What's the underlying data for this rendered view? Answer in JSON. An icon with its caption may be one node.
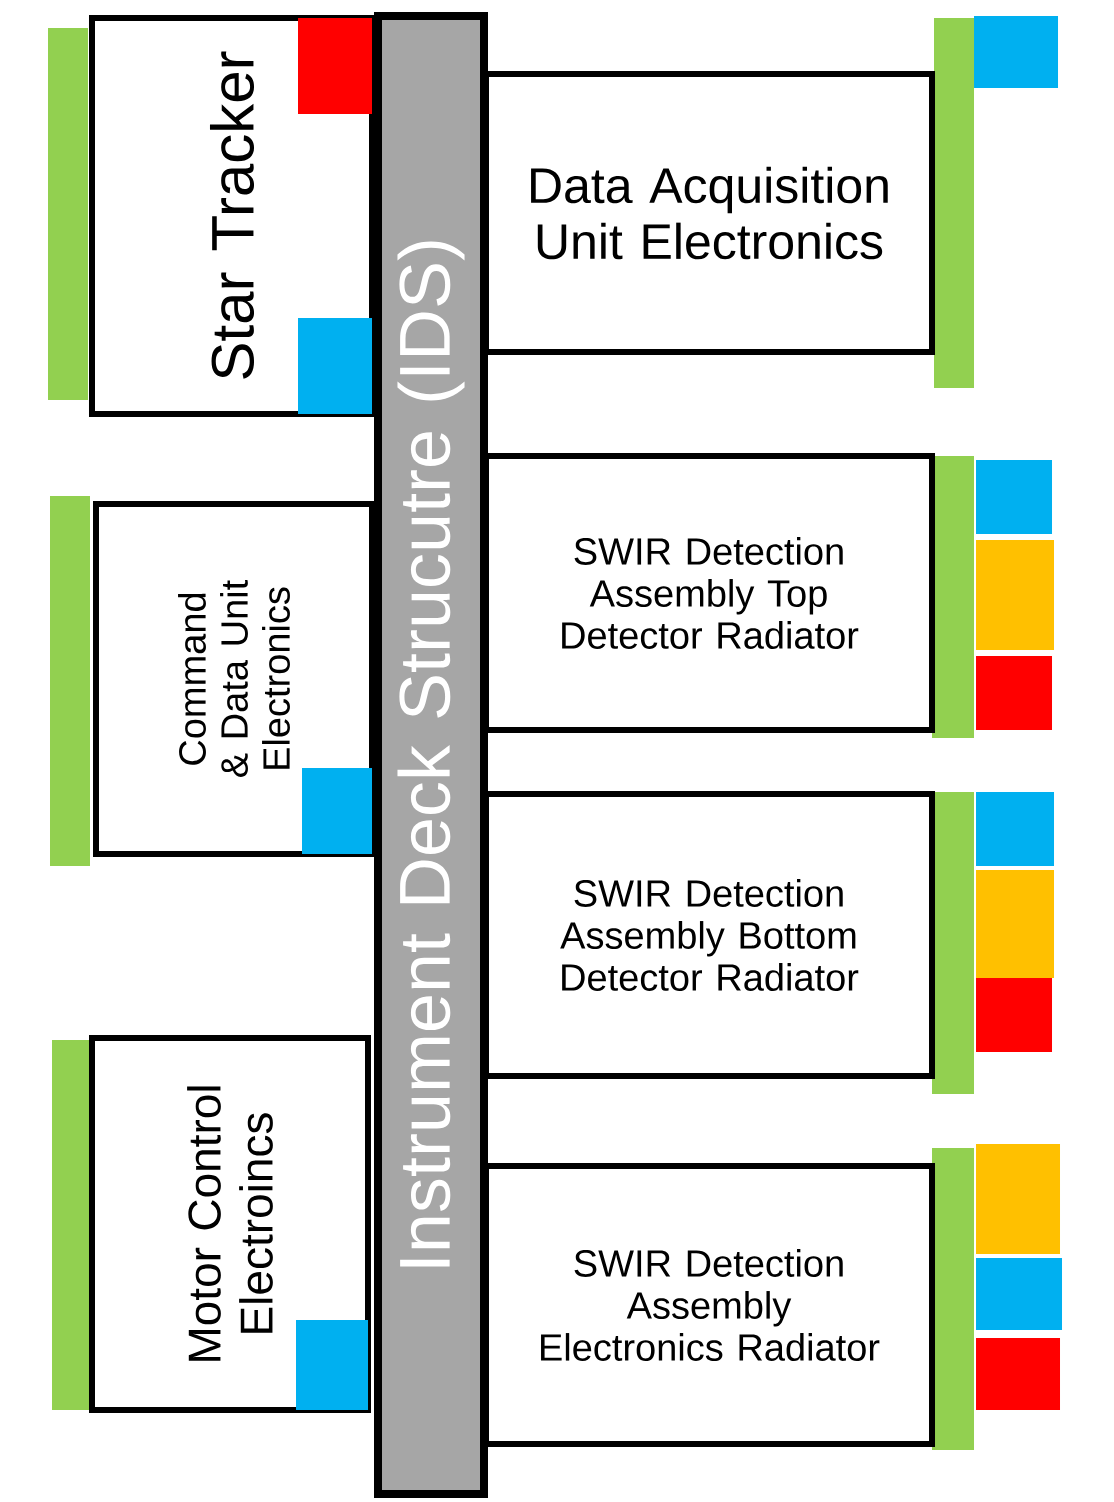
{
  "diagram": {
    "nodes": [
      {
        "text": [
          "Instrument Deck Strucutre (IDS)"
        ]
      },
      {
        "text": [
          "Star Tracker"
        ]
      },
      {
        "text": [
          "Command & Data Unit Electronics"
        ]
      },
      {
        "text": [
          "Motor Control Electroincs"
        ]
      },
      {
        "text": [
          "Data Acquisition Unit Electronics"
        ]
      },
      {
        "text": [
          "SWIR Detection Assembly Top Detector Radiator"
        ]
      },
      {
        "text": [
          "SWIR Detection Assembly Bottom Detector Radiator"
        ]
      },
      {
        "text": [
          "SWIR Detection Assembly Electronics Radiator"
        ]
      }
    ]
  }
}
